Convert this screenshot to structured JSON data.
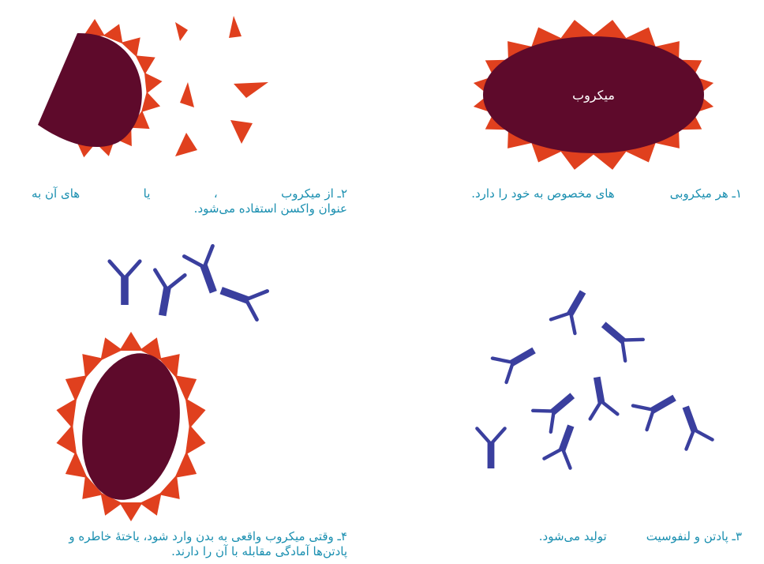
{
  "panel1": {
    "microbe_label": "میکروب",
    "caption_part1": "۱ـ هر میکروبی",
    "caption_part2": "های مخصوص به خود را دارد."
  },
  "panel2": {
    "caption_line1_a": "۲ـ از میکروب",
    "caption_line1_b": "،",
    "caption_line1_c": "یا",
    "caption_line1_d": "های آن به",
    "caption_line2": "عنوان واکسن استفاده می‌شود."
  },
  "panel3": {
    "caption_part1": "۳ـ پادتن و لنفوسیت",
    "caption_part2": "تولید می‌شود."
  },
  "panel4": {
    "caption_line1": "۴ـ وقتی میکروب واقعی به بدن وارد شود، یاختهٔ خاطره و",
    "caption_line2": "پادتن‌ها آمادگی مقابله با آن را دارند."
  },
  "colors": {
    "microbe": "#5e0a2b",
    "antigen": "#e0401e",
    "antibody": "#3a3f9e",
    "caption": "#1a8fb0"
  }
}
